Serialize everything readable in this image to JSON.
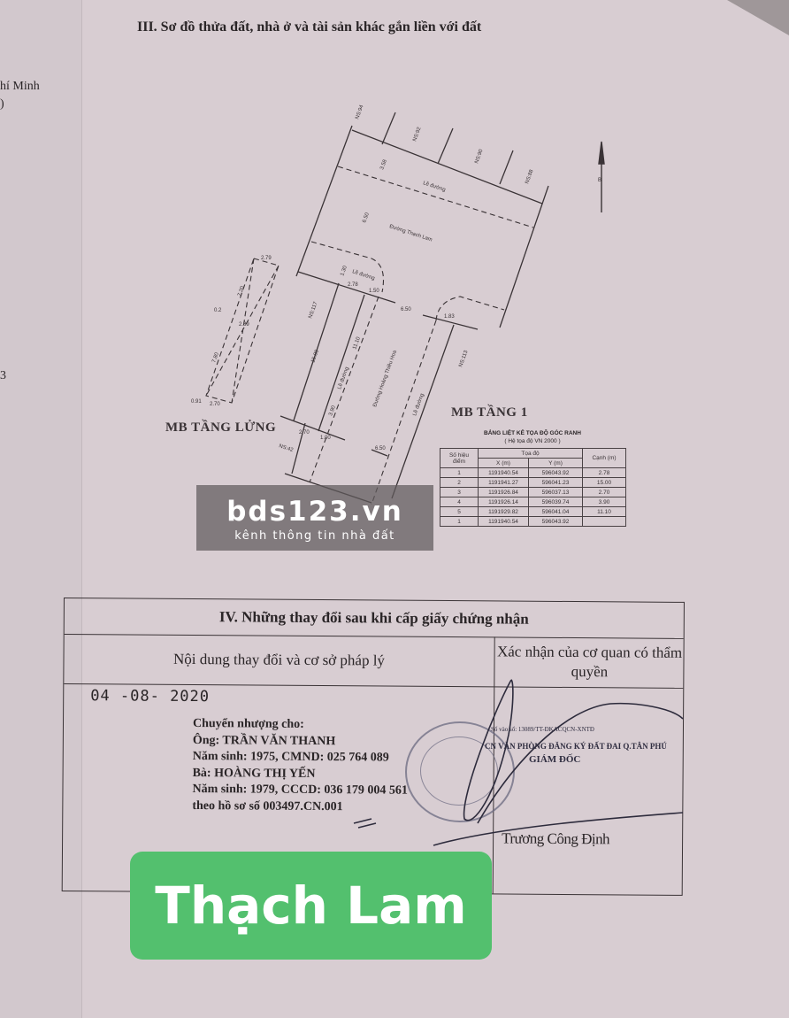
{
  "left_margin": {
    "line1": "hí Minh",
    "line2": ")",
    "line3": "3"
  },
  "section3": {
    "title": "III. Sơ đồ thửa đất, nhà ở và tài sản khác gắn liền với đất"
  },
  "diagram": {
    "neighbors": [
      "NS:94",
      "NS:92",
      "NS:90",
      "NS:88",
      "NS:117",
      "NS:113",
      "NS:42"
    ],
    "road_main": "Đường Thạch Lam",
    "road_side": "Đường Hoàng Thiều Hoa",
    "sidewalk": "Lề đường",
    "dims": {
      "d1": "3.58",
      "d2": "6.50",
      "d3": "1.30",
      "d4": "2.78",
      "d5": "1.50",
      "d6": "6.50",
      "d7": "1.83",
      "d8": "15.00",
      "d9": "11.10",
      "d10": "3.90",
      "d11": "2.70",
      "d12": "1.00",
      "d13": "6.50"
    },
    "mezz_dims": {
      "top": "2.79",
      "a": "7.20",
      "b": "0.2",
      "c": "2.89",
      "d": "7.80",
      "e": "0.91",
      "f": "2.70"
    },
    "label_mezz": "MB TẦNG LỬNG",
    "label_floor1": "MB TẦNG 1",
    "north": "B"
  },
  "coord_table": {
    "title": "BẢNG LIỆT KÊ TỌA ĐỘ GÓC RANH",
    "subtitle": "( Hệ tọa độ VN 2000 )",
    "headers": {
      "point": "Số hiệu điểm",
      "coord": "Tọa độ",
      "x": "X (m)",
      "y": "Y (m)",
      "edge": "Cạnh (m)"
    },
    "rows": [
      {
        "p": "1",
        "x": "1191940.54",
        "y": "596043.92",
        "edge": "2.78"
      },
      {
        "p": "2",
        "x": "1191941.27",
        "y": "596041.23",
        "edge": "15.00"
      },
      {
        "p": "3",
        "x": "1191926.84",
        "y": "596037.13",
        "edge": "2.70"
      },
      {
        "p": "4",
        "x": "1191926.14",
        "y": "596039.74",
        "edge": "3.90"
      },
      {
        "p": "5",
        "x": "1191929.82",
        "y": "596041.04",
        "edge": "11.10"
      },
      {
        "p": "1",
        "x": "1191940.54",
        "y": "596043.92",
        "edge": ""
      }
    ]
  },
  "section4": {
    "title": "IV. Những thay đổi sau khi cấp giấy chứng nhận",
    "col1": "Nội dung thay đổi và cơ sở pháp lý",
    "col2": "Xác nhận của cơ quan có thẩm quyền",
    "date": "04 -08- 2020",
    "lines": [
      "Chuyển nhượng cho:",
      "Ông:  TRẦN VĂN THANH",
      "Năm sinh: 1975,  CMND: 025 764 089",
      "Bà:   HOÀNG THỊ YẾN",
      "Năm sinh: 1979,  CCCD:  036 179 004 561",
      "theo hồ sơ số  003497.CN.001"
    ],
    "stamp_line1": "Số vào sổ: 13089/TT-ĐKACQCN-XNTĐ",
    "stamp_line2": "CN VĂN PHÒNG ĐĂNG KÝ ĐẤT ĐAI Q.TÂN PHÚ",
    "stamp_line3": "GIÁM ĐỐC",
    "signer": "Trương Công Định"
  },
  "watermark": {
    "brand": "bds123.vn",
    "tagline": "kênh thông tin nhà đất"
  },
  "banner": {
    "text": "Thạch Lam",
    "color": "#53c06e"
  }
}
